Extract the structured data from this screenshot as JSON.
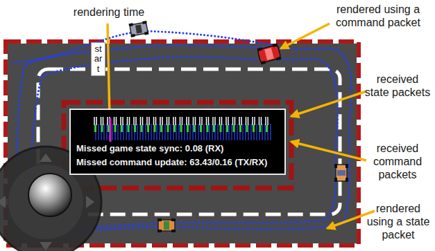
{
  "diagram": {
    "nodes": [
      {
        "text": [
          "start"
        ]
      },
      {
        "text": [
          "Missed game state sync: 0.08 (RX)",
          "Missed command update: 63.43/0.16 (TX/RX)"
        ]
      }
    ],
    "labels": [
      "rendering time",
      "rendered using a command packet",
      "received state packets",
      "received command packets",
      "rendered using a state packet"
    ]
  }
}
